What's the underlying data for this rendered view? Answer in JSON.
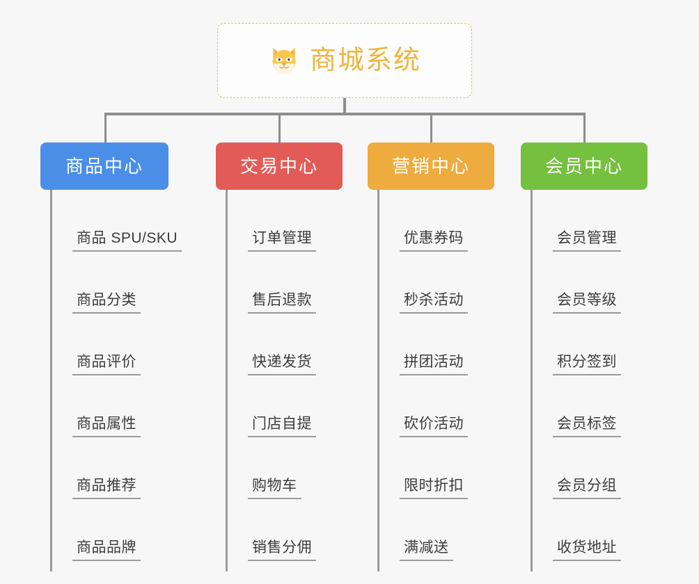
{
  "root": {
    "title": "商城系统",
    "icon": "dog-face-emoji",
    "title_color": "#f0b53f",
    "border_color": "#e8bf6a"
  },
  "canvas": {
    "background": "#f7f7f7",
    "connector_color": "#8d8d8d"
  },
  "columns": [
    {
      "label": "商品中心",
      "color": "#4a8ee8",
      "items": [
        "商品 SPU/SKU",
        "商品分类",
        "商品评价",
        "商品属性",
        "商品推荐",
        "商品品牌"
      ]
    },
    {
      "label": "交易中心",
      "color": "#e35b57",
      "items": [
        "订单管理",
        "售后退款",
        "快递发货",
        "门店自提",
        "购物车",
        "销售分佣"
      ]
    },
    {
      "label": "营销中心",
      "color": "#eeab3e",
      "items": [
        "优惠券码",
        "秒杀活动",
        "拼团活动",
        "砍价活动",
        "限时折扣",
        "满减送"
      ]
    },
    {
      "label": "会员中心",
      "color": "#75c03e",
      "items": [
        "会员管理",
        "会员等级",
        "积分签到",
        "会员标签",
        "会员分组",
        "收货地址"
      ]
    }
  ]
}
